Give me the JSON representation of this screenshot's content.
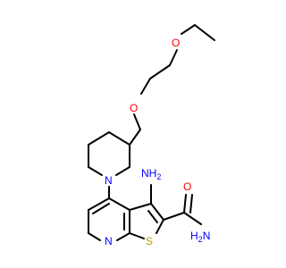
{
  "structure": {
    "labels": {
      "ethoxy_o": "O",
      "ether_o": "O",
      "piperidine_n": "N",
      "amino": "NH",
      "amino_sub": "2",
      "carbonyl_o": "O",
      "amide_n": "H",
      "amide_n2": "N",
      "amide_sub": "2",
      "pyridine_n": "N",
      "thiophene_s": "S"
    },
    "colors": {
      "bond": "#000000",
      "oxygen": "#ff0000",
      "nitrogen": "#0000ff",
      "sulfur": "#b8a000"
    }
  }
}
